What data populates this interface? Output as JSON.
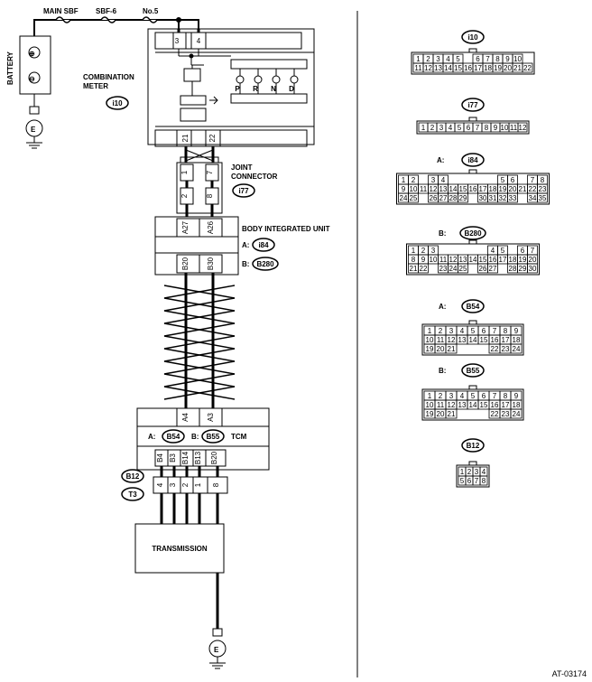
{
  "labels": {
    "main_sbf": "MAIN SBF",
    "sbf6": "SBF-6",
    "no5": "No.5",
    "battery": "BATTERY",
    "combination_meter_1": "COMBINATION",
    "combination_meter_2": "METER",
    "joint_connector_1": "JOINT",
    "joint_connector_2": "CONNECTOR",
    "body_integrated_unit": "BODY INTEGRATED UNIT",
    "a_prefix": "A:",
    "b_prefix": "B:",
    "tcm": "TCM",
    "transmission": "TRANSMISSION",
    "ground": "E",
    "battery_plus": "⊕",
    "battery_minus": "⊖",
    "doc_id": "AT-03174"
  },
  "connectors": {
    "i10": "i10",
    "i77": "i77",
    "i84": "i84",
    "b280": "B280",
    "b54": "B54",
    "b55": "B55",
    "b12": "B12",
    "t3": "T3"
  },
  "meter_pins": {
    "p3": "3",
    "p4": "4",
    "p21": "21",
    "p22": "22"
  },
  "joint_pins": {
    "p1": "1",
    "p7": "7",
    "p2": "2",
    "p8": "8"
  },
  "biu_pins": {
    "a27": "A27",
    "a26": "A26",
    "b20": "B20",
    "b30": "B30"
  },
  "tcm_pins": {
    "a4": "A4",
    "a3": "A3",
    "b4": "B4",
    "b3": "B3",
    "b14": "B14",
    "b13": "B13",
    "b20": "B20"
  },
  "b12_pins": [
    "4",
    "3",
    "2",
    "1",
    "8"
  ],
  "lamps": [
    "P",
    "R",
    "N",
    "D"
  ],
  "faces": {
    "i10": {
      "row1": [
        "1",
        "2",
        "3",
        "4",
        "5",
        "",
        "6",
        "7",
        "8",
        "9",
        "10"
      ],
      "row2": [
        "11",
        "12",
        "13",
        "14",
        "15",
        "16",
        "17",
        "18",
        "19",
        "20",
        "21",
        "22"
      ]
    },
    "i77": {
      "row1": [
        "1",
        "2",
        "3",
        "4",
        "5",
        "6",
        "7",
        "8",
        "9",
        "10",
        "11",
        "12"
      ]
    },
    "i84": {
      "row1": [
        "1",
        "2",
        "",
        "3",
        "4",
        "",
        "",
        "",
        "",
        "",
        "5",
        "6",
        "",
        "7",
        "8"
      ],
      "row2": [
        "9",
        "10",
        "11",
        "12",
        "13",
        "14",
        "15",
        "16",
        "17",
        "18",
        "19",
        "20",
        "21",
        "22",
        "23"
      ],
      "row3": [
        "24",
        "25",
        "",
        "26",
        "27",
        "28",
        "29",
        "",
        "30",
        "31",
        "32",
        "33",
        "",
        "34",
        "35"
      ]
    },
    "b280": {
      "row1": [
        "1",
        "2",
        "3",
        "",
        "",
        "",
        "",
        "",
        "4",
        "5",
        "",
        "6",
        "7"
      ],
      "row2": [
        "8",
        "9",
        "10",
        "11",
        "12",
        "13",
        "14",
        "15",
        "16",
        "17",
        "18",
        "19",
        "20"
      ],
      "row3": [
        "21",
        "22",
        "",
        "23",
        "24",
        "25",
        "",
        "26",
        "27",
        "",
        "28",
        "29",
        "30"
      ]
    },
    "b54": {
      "row1": [
        "1",
        "2",
        "3",
        "4",
        "5",
        "6",
        "7",
        "8",
        "9"
      ],
      "row2": [
        "10",
        "11",
        "12",
        "13",
        "14",
        "15",
        "16",
        "17",
        "18"
      ],
      "row3": [
        "19",
        "20",
        "21",
        "",
        "",
        "",
        "22",
        "23",
        "24"
      ]
    },
    "b55": {
      "row1": [
        "1",
        "2",
        "3",
        "4",
        "5",
        "6",
        "7",
        "8",
        "9"
      ],
      "row2": [
        "10",
        "11",
        "12",
        "13",
        "14",
        "15",
        "16",
        "17",
        "18"
      ],
      "row3": [
        "19",
        "20",
        "21",
        "",
        "",
        "",
        "22",
        "23",
        "24"
      ]
    },
    "b12": {
      "row1": [
        "1",
        "2",
        "3",
        "4"
      ],
      "row2": [
        "5",
        "6",
        "7",
        "8"
      ]
    }
  }
}
